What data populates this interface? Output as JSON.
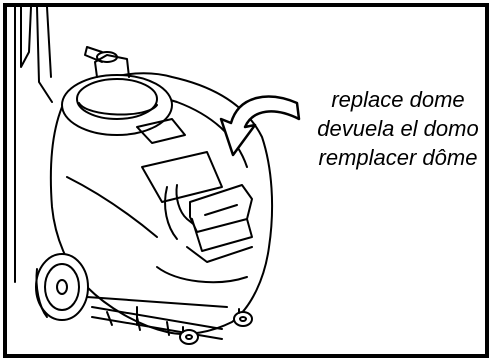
{
  "caption": {
    "en": "replace dome",
    "es": "devuela el domo",
    "fr": "remplacer dôme"
  },
  "colors": {
    "ink": "#000000",
    "paper": "#ffffff"
  },
  "icons": [
    "curved-arrow-icon"
  ]
}
